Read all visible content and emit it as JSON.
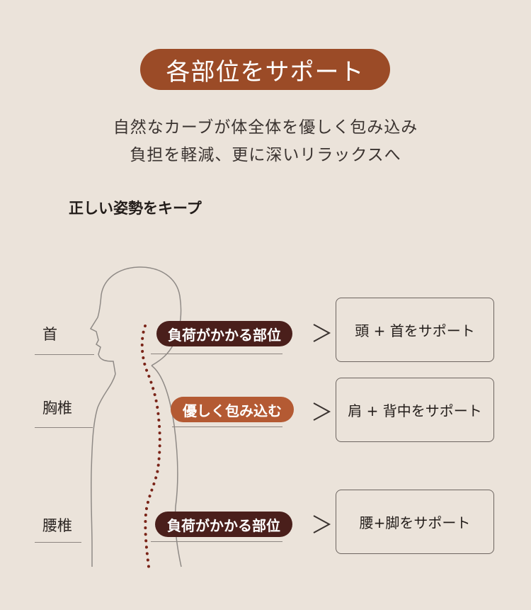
{
  "title": "各部位をサポート",
  "subtitle_lines": [
    "自然なカーブが体全体を優しく包み込み",
    "負担を軽減、更に深いリラックスへ"
  ],
  "section_heading": "正しい姿勢をキープ",
  "body_parts": [
    "首",
    "胸椎",
    "腰椎"
  ],
  "tags": [
    "負荷がかかる部位",
    "優しく包み込む",
    "負荷がかかる部位"
  ],
  "supports": [
    "頭 + 首をサポート",
    "肩 + 背中をサポート",
    "腰+脚をサポート"
  ],
  "colors": {
    "background": "#ebe3da",
    "title_pill": "#9b4b27",
    "tag_dark": "#4a1f1b",
    "tag_orange": "#b45a33",
    "spine_dots": "#7a2418"
  }
}
